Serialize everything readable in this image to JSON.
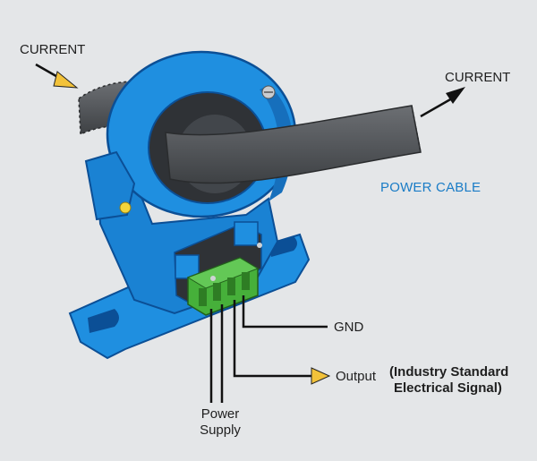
{
  "labels": {
    "current_in": "CURRENT",
    "current_out": "CURRENT",
    "power_cable": "POWER CABLE",
    "gnd": "GND",
    "output": "Output",
    "output_note_line1": "(Industry Standard",
    "output_note_line2": "Electrical Signal)",
    "power_line1": "Power",
    "power_line2": "Supply"
  },
  "colors": {
    "background": "#e4e6e8",
    "sensor_body": "#1f8fe0",
    "sensor_edge": "#0b4f96",
    "cable": "#5a5d61",
    "core": "#2f3236",
    "terminal": "#46b03a",
    "arrow_fill": "#f2c23a",
    "label_accent": "#1a7cc6"
  }
}
